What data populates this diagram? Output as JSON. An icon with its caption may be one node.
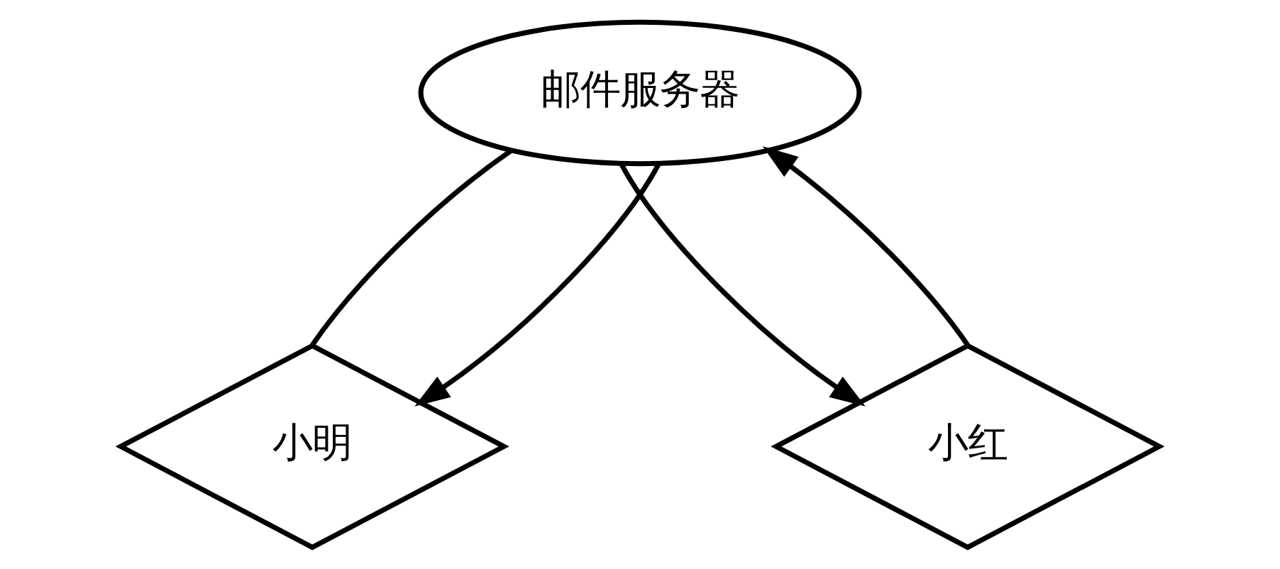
{
  "diagram": {
    "nodes": [
      {
        "text": [
          "邮件服务器"
        ]
      },
      {
        "text": [
          "小明"
        ]
      },
      {
        "text": [
          "小红"
        ]
      }
    ],
    "edges": [
      {
        "from": 0,
        "to": 1,
        "arrow": "none"
      },
      {
        "from": 0,
        "to": 1,
        "arrow": "to"
      },
      {
        "from": 0,
        "to": 2,
        "arrow": "to"
      },
      {
        "from": 2,
        "to": 0,
        "arrow": "to"
      }
    ]
  }
}
